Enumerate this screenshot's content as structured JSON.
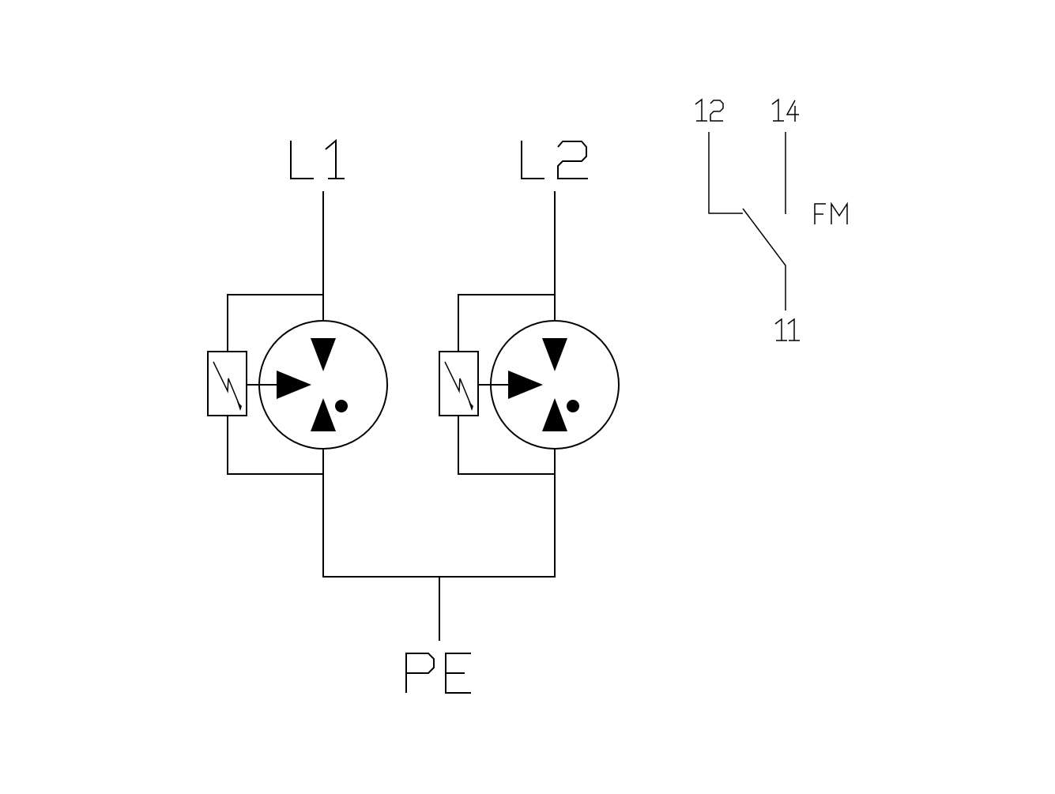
{
  "terminals": {
    "line1": "L1",
    "line2": "L2",
    "earth": "PE"
  },
  "signal_contact": {
    "label": "FM",
    "pin_nc": "12",
    "pin_no": "14",
    "pin_common": "11"
  },
  "symbols": {
    "spd_module": "surge-protection-cartridge",
    "thermal_disconnector": "thermal-disconnector-icon",
    "changeover_contact": "changeover-contact-icon"
  },
  "colors": {
    "stroke": "#000000",
    "background": "#ffffff"
  }
}
